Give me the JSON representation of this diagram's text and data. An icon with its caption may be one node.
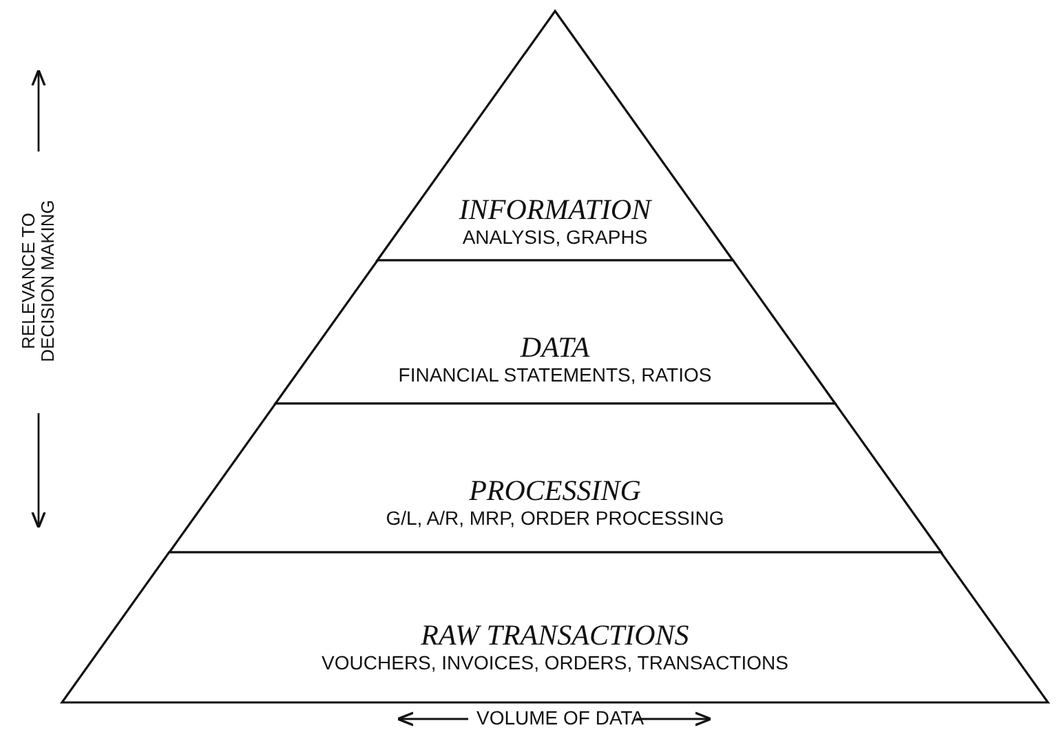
{
  "diagram": {
    "nodes": [
      {
        "text": [
          "INFORMATION",
          "ANALYSIS, GRAPHS"
        ]
      },
      {
        "text": [
          "DATA",
          "FINANCIAL STATEMENTS, RATIOS"
        ]
      },
      {
        "text": [
          "PROCESSING",
          "G/L, A/R, MRP, ORDER PROCESSING"
        ]
      },
      {
        "text": [
          "RAW TRANSACTIONS",
          "VOUCHERS, INVOICES, ORDERS, TRANSACTIONS"
        ]
      }
    ],
    "labels": [
      "RELEVANCE TO DECISION MAKING",
      "VOLUME OF DATA"
    ]
  }
}
